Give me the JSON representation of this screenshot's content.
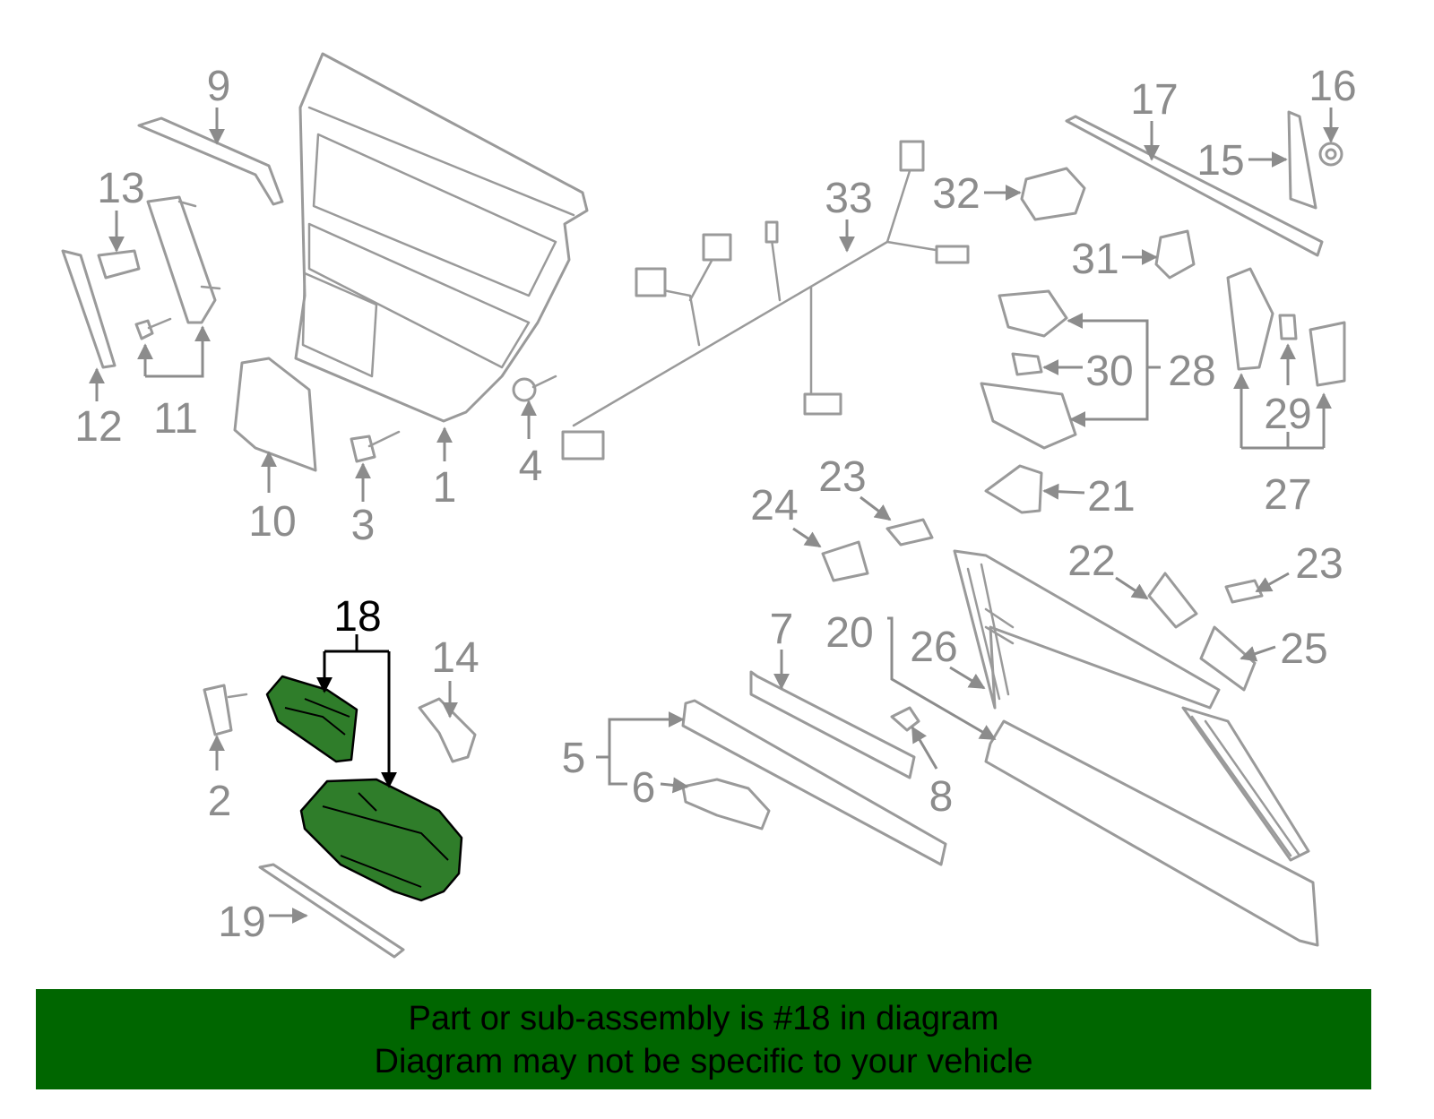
{
  "diagram": {
    "callouts": [
      "1",
      "2",
      "3",
      "4",
      "5",
      "6",
      "7",
      "8",
      "9",
      "10",
      "11",
      "12",
      "13",
      "14",
      "15",
      "16",
      "17",
      "18",
      "19",
      "20",
      "21",
      "22",
      "23",
      "23",
      "24",
      "25",
      "26",
      "27",
      "28",
      "29",
      "30",
      "31",
      "32",
      "33"
    ],
    "highlighted_part": "18",
    "highlight_color": "#2f7d2a",
    "line_color": "#9a9a9a"
  },
  "banner": {
    "line1": "Part or sub-assembly is #18 in diagram",
    "line2": "Diagram may not be specific to your vehicle",
    "background_color": "#006600"
  }
}
